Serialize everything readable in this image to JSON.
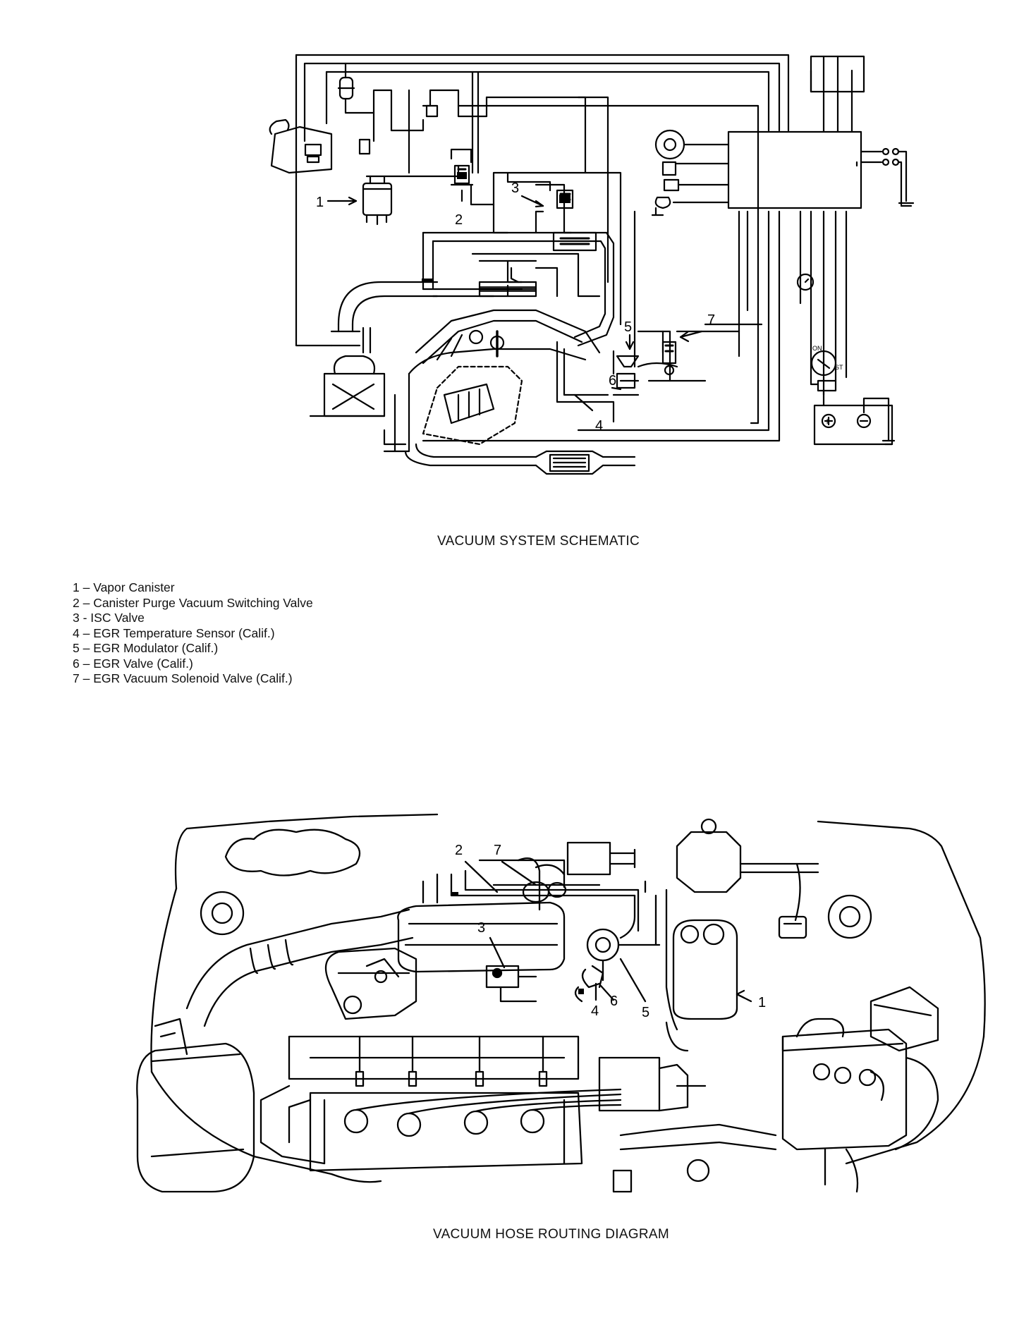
{
  "schematic": {
    "caption": "VACUUM SYSTEM SCHEMATIC",
    "callouts": [
      "1",
      "2",
      "3",
      "4",
      "5",
      "6",
      "7"
    ],
    "ignition_labels": {
      "on": "ON",
      "st": "ST"
    },
    "battery_labels": {
      "positive": "+",
      "negative": "−"
    }
  },
  "legend": {
    "items": [
      "1 – Vapor Canister",
      "2 – Canister Purge Vacuum Switching Valve",
      "3 - ISC Valve",
      "4 – EGR Temperature Sensor (Calif.)",
      "5 – EGR Modulator (Calif.)",
      "6 – EGR Valve (Calif.)",
      "7 – EGR Vacuum Solenoid Valve (Calif.)"
    ]
  },
  "routing": {
    "caption": "VACUUM HOSE ROUTING DIAGRAM",
    "callouts": [
      "2",
      "7",
      "3",
      "4",
      "6",
      "5",
      "1"
    ]
  }
}
